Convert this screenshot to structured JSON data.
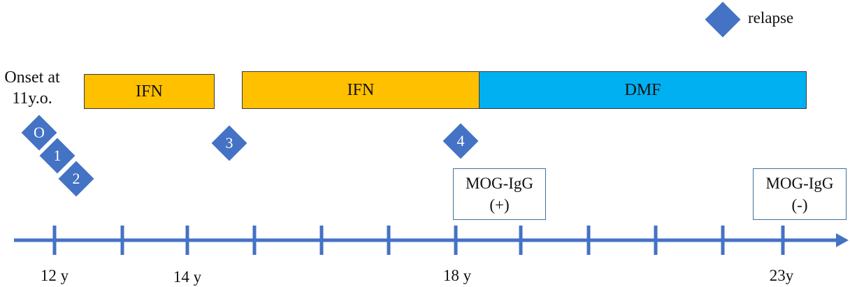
{
  "legend": {
    "label": "relapse",
    "color": "#4472c4",
    "shape": "diamond-icon"
  },
  "onset": {
    "line1": "Onset at",
    "line2": "11y.o."
  },
  "treatments": [
    {
      "label": "IFN",
      "color": "#ffc000"
    },
    {
      "label": "IFN",
      "color": "#ffc000"
    },
    {
      "label": "DMF",
      "color": "#00b0f0"
    }
  ],
  "relapses": [
    {
      "label": "O"
    },
    {
      "label": "1"
    },
    {
      "label": "2"
    },
    {
      "label": "3"
    },
    {
      "label": "4"
    }
  ],
  "tests": [
    {
      "line1": "MOG-IgG",
      "line2": "(+)"
    },
    {
      "line1": "MOG-IgG",
      "line2": "(-)"
    }
  ],
  "timeline": {
    "color": "#4472c4",
    "labels": [
      "12 y",
      "14 y",
      "18 y",
      "23y"
    ]
  }
}
